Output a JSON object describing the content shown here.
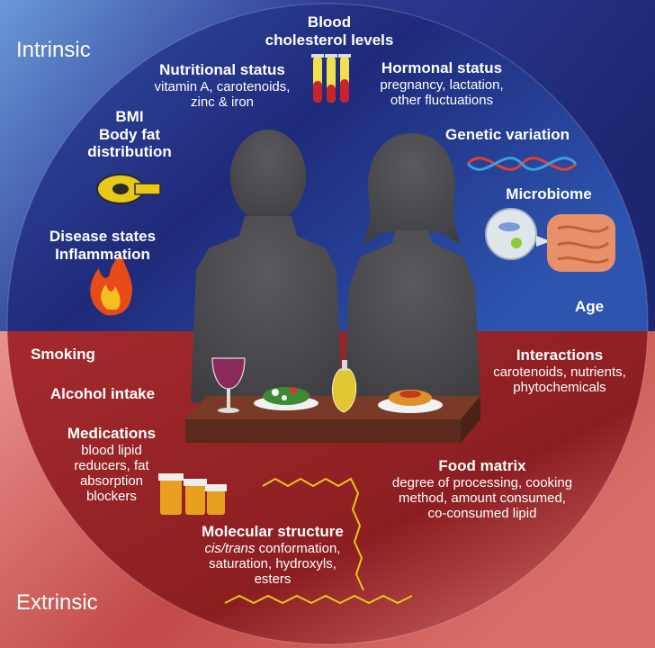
{
  "corners": {
    "top": "Intrinsic",
    "bottom": "Extrinsic"
  },
  "intrinsic": {
    "blood": {
      "title_1": "Blood",
      "title_2": "cholesterol levels"
    },
    "nutritional": {
      "title": "Nutritional status",
      "detail_1": "vitamin A, carotenoids,",
      "detail_2": "zinc & iron"
    },
    "hormonal": {
      "title": "Hormonal status",
      "detail_1": "pregnancy, lactation,",
      "detail_2": "other fluctuations"
    },
    "bmi": {
      "title_1": "BMI",
      "title_2": "Body fat",
      "title_3": "distribution"
    },
    "genetic": {
      "title": "Genetic variation"
    },
    "microbiome": {
      "title": "Microbiome"
    },
    "disease": {
      "title_1": "Disease states",
      "title_2": "Inflammation"
    },
    "age": {
      "title": "Age"
    }
  },
  "extrinsic": {
    "smoking": {
      "title": "Smoking"
    },
    "alcohol": {
      "title": "Alcohol intake"
    },
    "interactions": {
      "title": "Interactions",
      "detail_1": "carotenoids, nutrients,",
      "detail_2": "phytochemicals"
    },
    "medications": {
      "title": "Medications",
      "detail_1": "blood lipid",
      "detail_2": "reducers, fat",
      "detail_3": "absorption",
      "detail_4": "blockers"
    },
    "food_matrix": {
      "title": "Food matrix",
      "detail_1": "degree of processing, cooking",
      "detail_2": "method, amount consumed,",
      "detail_3": "co-consumed lipid"
    },
    "molecular": {
      "title": "Molecular structure",
      "detail_1_italic": "cis/trans",
      "detail_1_rest": " conformation,",
      "detail_2": "saturation, hydroxyls,",
      "detail_3": "esters"
    }
  },
  "colors": {
    "intrinsic_dark": "#1f2a7a",
    "intrinsic_light": "#6a98d8",
    "extrinsic_dark": "#8c1e22",
    "extrinsic_light": "#e58a84",
    "silhouette": "#4a4a4d",
    "table": "#5a2a1e"
  }
}
